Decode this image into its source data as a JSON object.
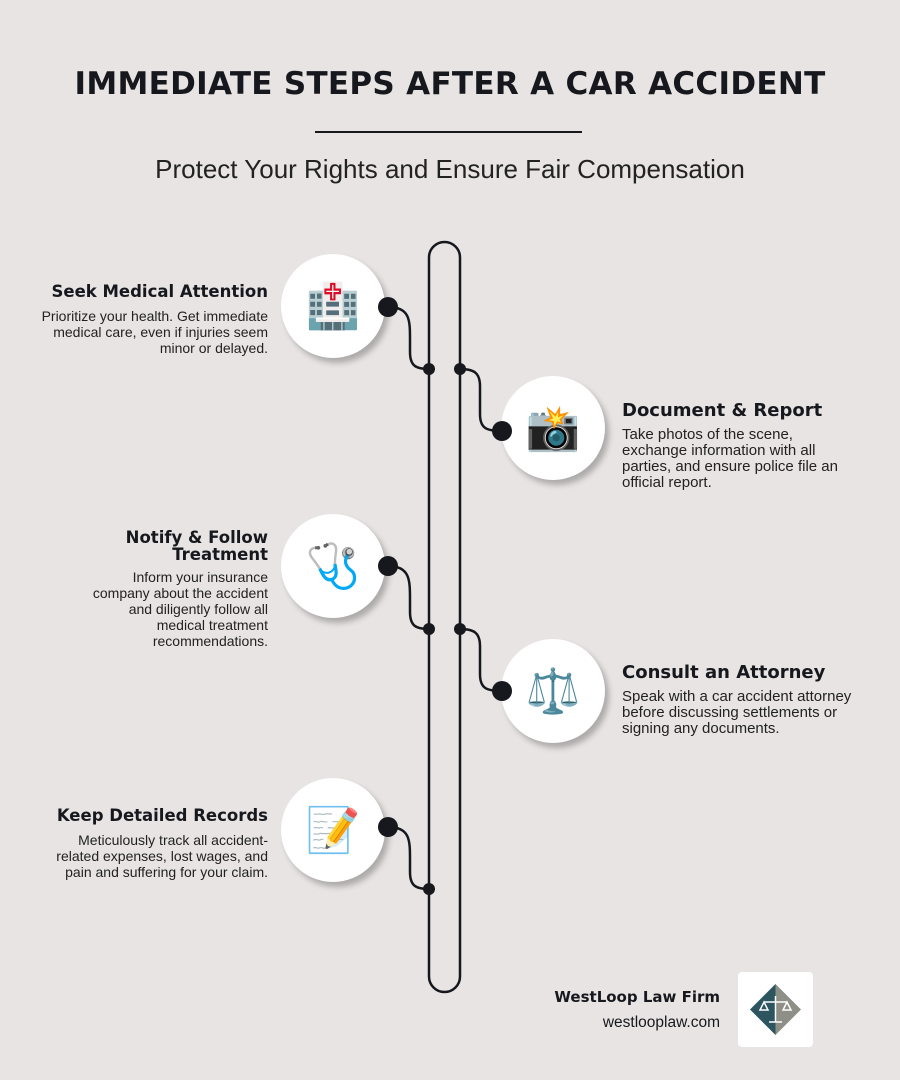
{
  "header": {
    "title": "IMMEDIATE STEPS AFTER A CAR ACCIDENT",
    "subtitle": "Protect Your Rights and Ensure Fair Compensation"
  },
  "steps": [
    {
      "title": "Seek Medical Attention",
      "body": "Prioritize your health. Get immediate medical care, even if injuries seem minor or delayed.",
      "icon": "hospital-icon",
      "glyph": "🏥"
    },
    {
      "title": "Document & Report",
      "body": "Take photos of the scene, exchange information with all parties, and ensure police file an official report.",
      "icon": "camera-flash-icon",
      "glyph": "📸"
    },
    {
      "title": "Notify & Follow Treatment",
      "body": "Inform your insurance company about the accident and diligently follow all medical treatment recommendations.",
      "icon": "stethoscope-icon",
      "glyph": "🩺"
    },
    {
      "title": "Consult an Attorney",
      "body": "Speak with a car accident attorney before discussing settlements or signing any documents.",
      "icon": "scales-icon",
      "glyph": "⚖️"
    },
    {
      "title": "Keep Detailed Records",
      "body": "Meticulously track all accident-related expenses, lost wages, and pain and suffering for your claim.",
      "icon": "memo-icon",
      "glyph": "📝"
    }
  ],
  "footer": {
    "firm": "WestLoop Law Firm",
    "url": "westlooplaw.com"
  },
  "colors": {
    "background": "#e7e4e3",
    "ink": "#17181d",
    "logo_dark": "#2c5560",
    "logo_light": "#8e8f86"
  }
}
